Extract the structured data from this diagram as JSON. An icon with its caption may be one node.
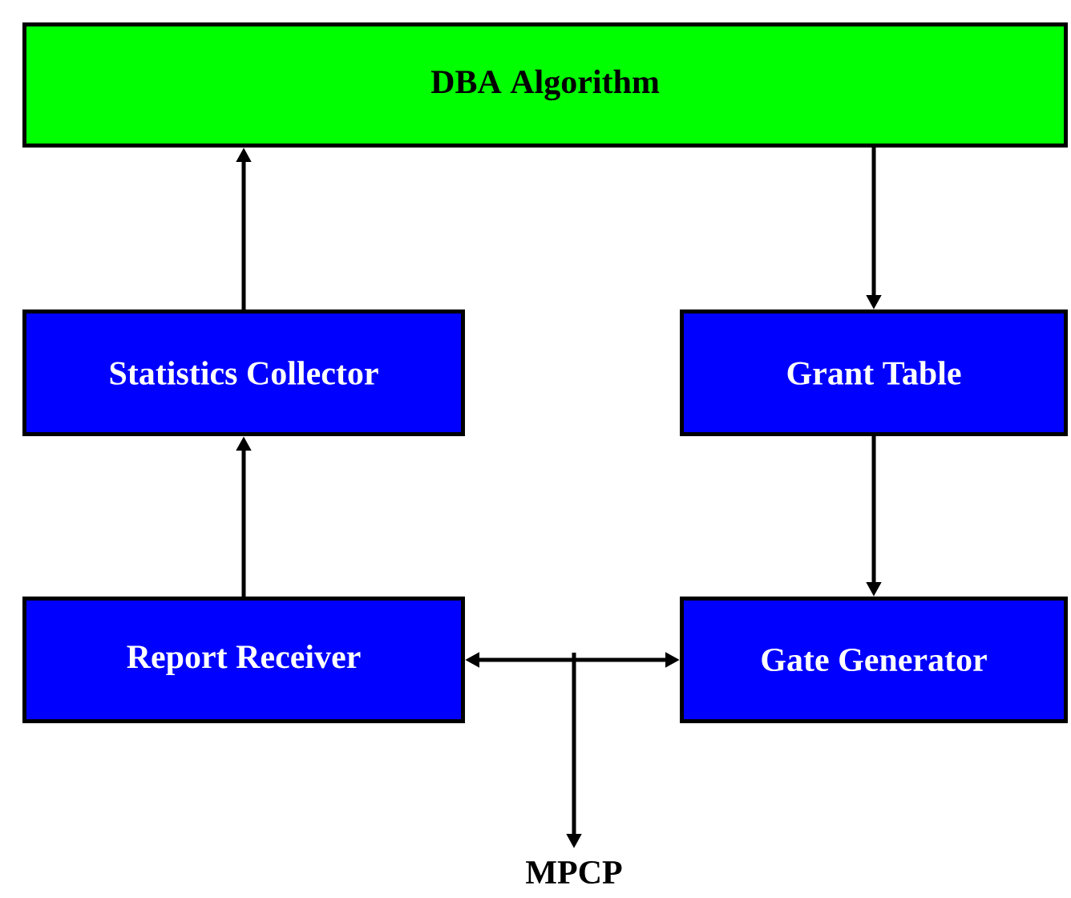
{
  "diagram": {
    "nodes": [
      {
        "text": [
          "DBA Algorithm"
        ]
      },
      {
        "text": [
          "Statistics Collector"
        ]
      },
      {
        "text": [
          "Grant Table"
        ]
      },
      {
        "text": [
          "Report Receiver"
        ]
      },
      {
        "text": [
          "Gate Generator"
        ]
      },
      {
        "text": [
          "MPCP"
        ]
      }
    ],
    "edges": [
      {
        "from": 1,
        "to": 0,
        "arrow": "to"
      },
      {
        "from": 0,
        "to": 2,
        "arrow": "to"
      },
      {
        "from": 3,
        "to": 1,
        "arrow": "to"
      },
      {
        "from": 2,
        "to": 4,
        "arrow": "to"
      },
      {
        "from": 3,
        "to": 4,
        "arrow": "both"
      },
      {
        "from": null,
        "to": 5,
        "arrow": "to"
      }
    ]
  }
}
